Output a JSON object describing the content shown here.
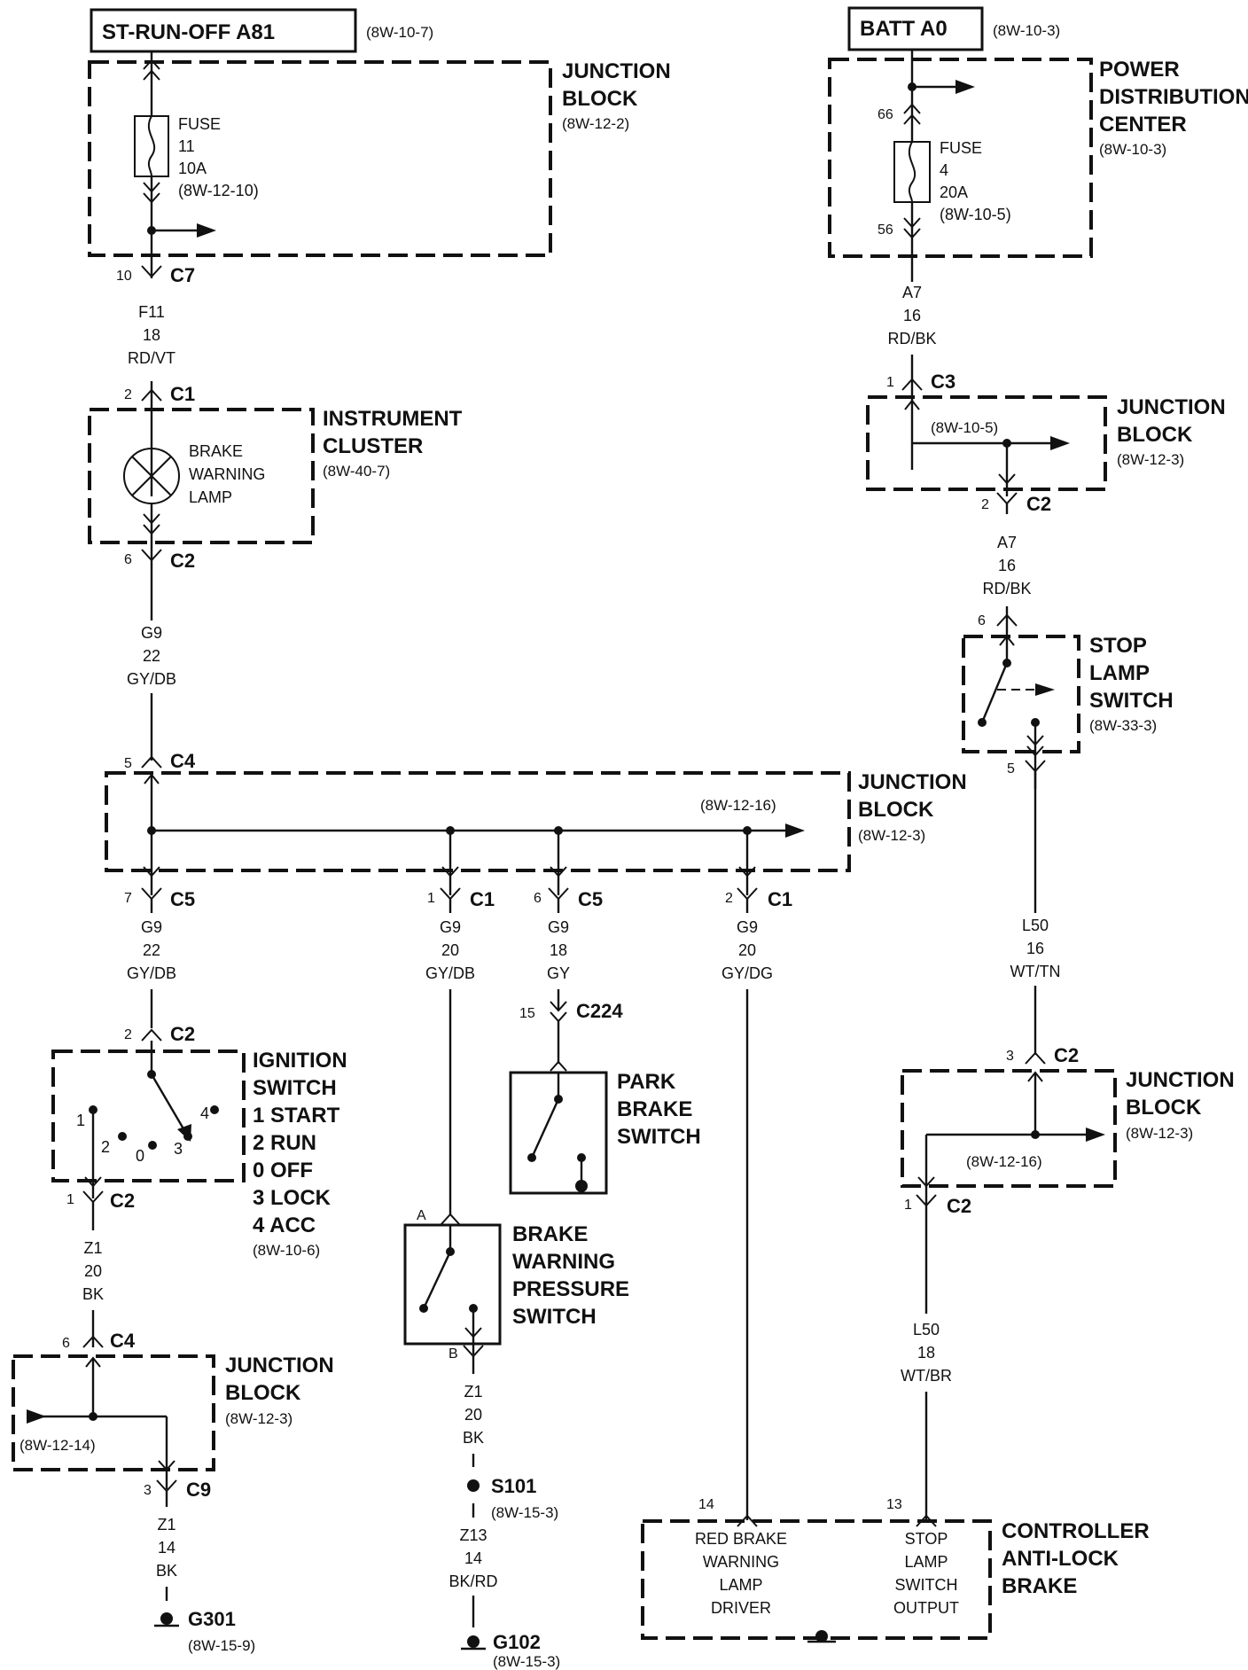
{
  "power": {
    "st_run_off": "ST-RUN-OFF A81",
    "st_run_off_ref": "(8W-10-7)",
    "batt": "BATT A0",
    "batt_ref": "(8W-10-3)"
  },
  "jb1": {
    "name_line1": "JUNCTION",
    "name_line2": "BLOCK",
    "ref": "(8W-12-2)",
    "fuse_label": "FUSE",
    "fuse_num": "11",
    "fuse_amp": "10A",
    "fuse_ref": "(8W-12-10)"
  },
  "pdc": {
    "name_line1": "POWER",
    "name_line2": "DISTRIBUTION",
    "name_line3": "CENTER",
    "ref": "(8W-10-3)",
    "pin_in": "66",
    "pin_out": "56",
    "fuse_label": "FUSE",
    "fuse_num": "4",
    "fuse_amp": "20A",
    "fuse_ref": "(8W-10-5)"
  },
  "wires": {
    "f11": [
      "F11",
      "18",
      "RD/VT"
    ],
    "a7_1": [
      "A7",
      "16",
      "RD/BK"
    ],
    "a7_2": [
      "A7",
      "16",
      "RD/BK"
    ],
    "g9_main": [
      "G9",
      "22",
      "GY/DB"
    ],
    "g9_ign": [
      "G9",
      "22",
      "GY/DB"
    ],
    "g9_bw": [
      "G9",
      "20",
      "GY/DB"
    ],
    "g9_park": [
      "G9",
      "18",
      "GY"
    ],
    "g9_abs": [
      "G9",
      "20",
      "GY/DG"
    ],
    "l50_16": [
      "L50",
      "16",
      "WT/TN"
    ],
    "l50_18": [
      "L50",
      "18",
      "WT/BR"
    ],
    "z1_ign": [
      "Z1",
      "20",
      "BK"
    ],
    "z1_jb": [
      "Z1",
      "14",
      "BK"
    ],
    "z1_bw": [
      "Z1",
      "20",
      "BK"
    ],
    "z13": [
      "Z13",
      "14",
      "BK/RD"
    ]
  },
  "connectors": {
    "c7": {
      "pin": "10",
      "name": "C7"
    },
    "ic_c1": {
      "pin": "2",
      "name": "C1"
    },
    "ic_c2": {
      "pin": "6",
      "name": "C2"
    },
    "jb_c3": {
      "pin": "1",
      "name": "C3"
    },
    "jb_c2": {
      "pin": "2",
      "name": "C2"
    },
    "sls_6": {
      "pin": "6"
    },
    "sls_5": {
      "pin": "5"
    },
    "jb_c4": {
      "pin": "5",
      "name": "C4"
    },
    "jb_c5a": {
      "pin": "7",
      "name": "C5"
    },
    "jb_c1a": {
      "pin": "1",
      "name": "C1"
    },
    "jb_c5b": {
      "pin": "6",
      "name": "C5"
    },
    "jb_c1b": {
      "pin": "2",
      "name": "C1"
    },
    "c224": {
      "pin": "15",
      "name": "C224"
    },
    "ign_c2_top": {
      "pin": "2",
      "name": "C2"
    },
    "ign_c2_bot": {
      "pin": "1",
      "name": "C2"
    },
    "jb_c4b": {
      "pin": "6",
      "name": "C4"
    },
    "jb_c9": {
      "pin": "3",
      "name": "C9"
    },
    "bwp_a": {
      "pin": "A"
    },
    "bwp_b": {
      "pin": "B"
    },
    "jb4_c2_top": {
      "pin": "3",
      "name": "C2"
    },
    "jb4_c2_bot": {
      "pin": "1",
      "name": "C2"
    },
    "abs_14": {
      "pin": "14"
    },
    "abs_13": {
      "pin": "13"
    }
  },
  "cluster": {
    "name_line1": "INSTRUMENT",
    "name_line2": "CLUSTER",
    "ref": "(8W-40-7)",
    "lamp_line1": "BRAKE",
    "lamp_line2": "WARNING",
    "lamp_line3": "LAMP"
  },
  "jb2": {
    "name_line1": "JUNCTION",
    "name_line2": "BLOCK",
    "ref": "(8W-12-3)",
    "inner_ref": "(8W-10-5)"
  },
  "sls": {
    "name_line1": "STOP",
    "name_line2": "LAMP",
    "name_line3": "SWITCH",
    "ref": "(8W-33-3)"
  },
  "jb3": {
    "name_line1": "JUNCTION",
    "name_line2": "BLOCK",
    "ref": "(8W-12-3)",
    "inner_ref": "(8W-12-16)"
  },
  "ignition": {
    "name_line1": "IGNITION",
    "name_line2": "SWITCH",
    "pos1": "1 START",
    "pos2": "2 RUN",
    "pos0": "0 OFF",
    "pos3": "3 LOCK",
    "pos4": "4 ACC",
    "ref": "(8W-10-6)",
    "n1": "1",
    "n2": "2",
    "n0": "0",
    "n3": "3",
    "n4": "4"
  },
  "park": {
    "name_line1": "PARK",
    "name_line2": "BRAKE",
    "name_line3": "SWITCH"
  },
  "bwp": {
    "name_line1": "BRAKE",
    "name_line2": "WARNING",
    "name_line3": "PRESSURE",
    "name_line4": "SWITCH"
  },
  "jb4": {
    "name_line1": "JUNCTION",
    "name_line2": "BLOCK",
    "ref": "(8W-12-3)",
    "inner_ref": "(8W-12-16)"
  },
  "jb5": {
    "name_line1": "JUNCTION",
    "name_line2": "BLOCK",
    "ref": "(8W-12-3)",
    "inner_ref": "(8W-12-14)"
  },
  "grounds": {
    "s101": "S101",
    "s101_ref": "(8W-15-3)",
    "g301": "G301",
    "g301_ref": "(8W-15-9)",
    "g102": "G102",
    "g102_ref": "(8W-15-3)"
  },
  "abs": {
    "name_line1": "CONTROLLER",
    "name_line2": "ANTI-LOCK",
    "name_line3": "BRAKE",
    "out1_line1": "RED BRAKE",
    "out1_line2": "WARNING",
    "out1_line3": "LAMP",
    "out1_line4": "DRIVER",
    "out2_line1": "STOP",
    "out2_line2": "LAMP",
    "out2_line3": "SWITCH",
    "out2_line4": "OUTPUT"
  }
}
